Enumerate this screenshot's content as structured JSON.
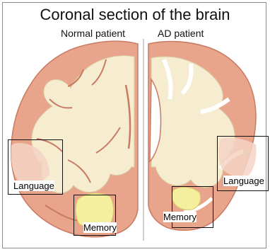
{
  "title": "Coronal section of the brain",
  "panels": {
    "normal": {
      "heading": "Normal patient",
      "language_label": "Language",
      "memory_label": "Memory"
    },
    "ad": {
      "heading": "AD patient",
      "language_label": "Language",
      "memory_label": "Memory"
    }
  },
  "colors": {
    "cortex": "#e8a58c",
    "cortex_dark": "#c97a63",
    "white_matter": "#f6ecd0",
    "highlight": "#f4ef9e",
    "divider": "#cfcfcf"
  }
}
